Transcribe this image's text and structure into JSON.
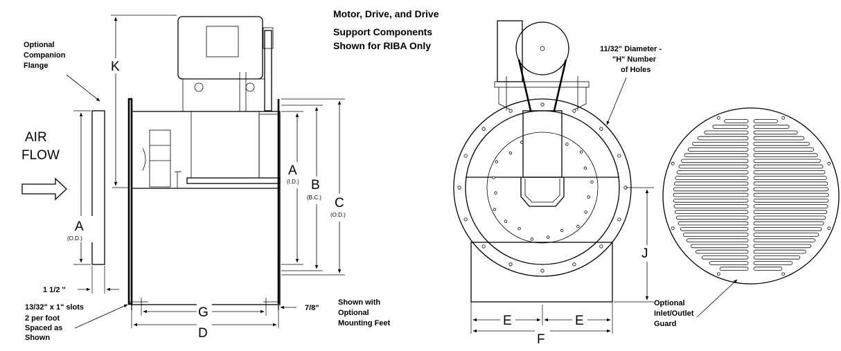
{
  "heading": {
    "line1": "Motor, Drive, and Drive",
    "line2": "Support Components",
    "line3": "Shown for RIBA Only"
  },
  "side_view": {
    "flange_note": [
      "Optional",
      "Companion",
      "Flange"
    ],
    "air_flow": [
      "AIR",
      "FLOW"
    ],
    "dim_K": "K",
    "dim_A_od": "A",
    "dim_A_od_sub": "(O.D.)",
    "dim_A_id": "A",
    "dim_A_id_sub": "(I.D.)",
    "dim_B": "B",
    "dim_B_sub": "(B.C.)",
    "dim_C": "C",
    "dim_C_sub": "(O.D.)",
    "dim_G": "G",
    "dim_D": "D",
    "flange_width": "1 1/2 ''",
    "foot_offset": "7/8\"",
    "slots_note": [
      "13/32\" x 1\" slots",
      "2 per foot",
      "Spaced as",
      "Shown"
    ],
    "feet_note": [
      "Shown with",
      "Optional",
      "Mounting Feet"
    ]
  },
  "front_view": {
    "holes_note": [
      "11/32\" Diameter -",
      "\"H\" Number",
      "of Holes"
    ],
    "dim_J": "J",
    "dim_E_left": "E",
    "dim_E_right": "E",
    "dim_F": "F"
  },
  "guard_view": {
    "guard_note": [
      "Optional",
      "Inlet/Outlet",
      "Guard"
    ]
  }
}
